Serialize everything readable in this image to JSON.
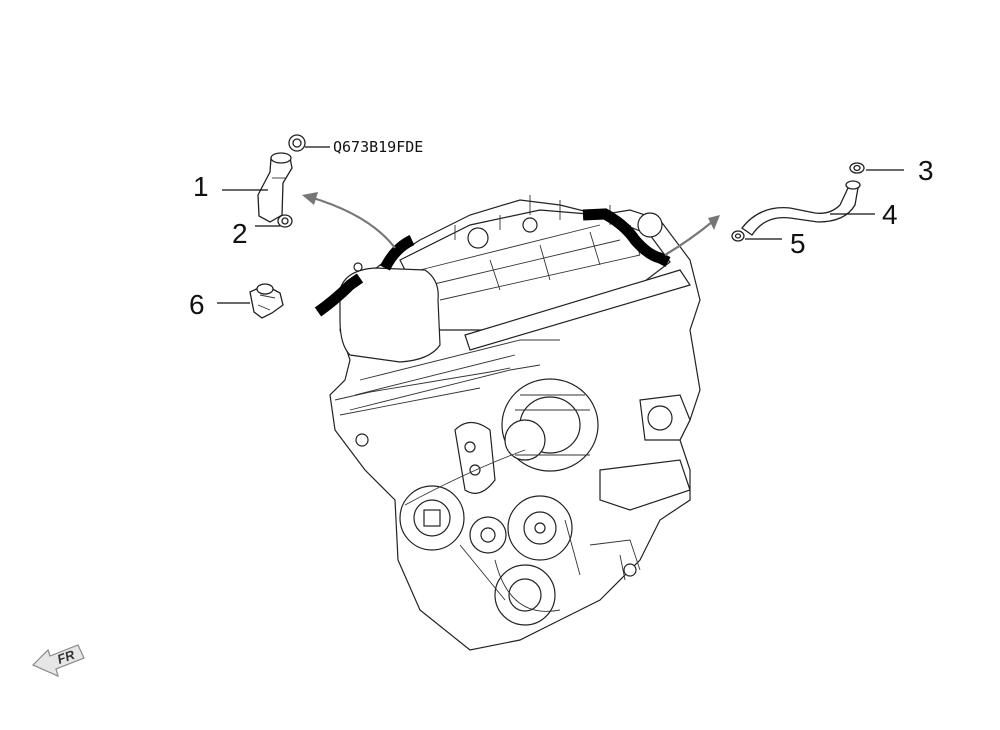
{
  "diagram": {
    "part_code": "Q673B19FDE",
    "callouts": [
      {
        "number": "1",
        "part": "upper-hose"
      },
      {
        "number": "2",
        "part": "hose-clamp"
      },
      {
        "number": "3",
        "part": "hose-clamp"
      },
      {
        "number": "4",
        "part": "lower-hose"
      },
      {
        "number": "5",
        "part": "hose-clamp"
      },
      {
        "number": "6",
        "part": "hose-connector"
      }
    ],
    "direction_indicator": "FR",
    "colors": {
      "line": "#111111",
      "hose": "#000000",
      "arrow": "#777777",
      "background": "#ffffff"
    }
  }
}
